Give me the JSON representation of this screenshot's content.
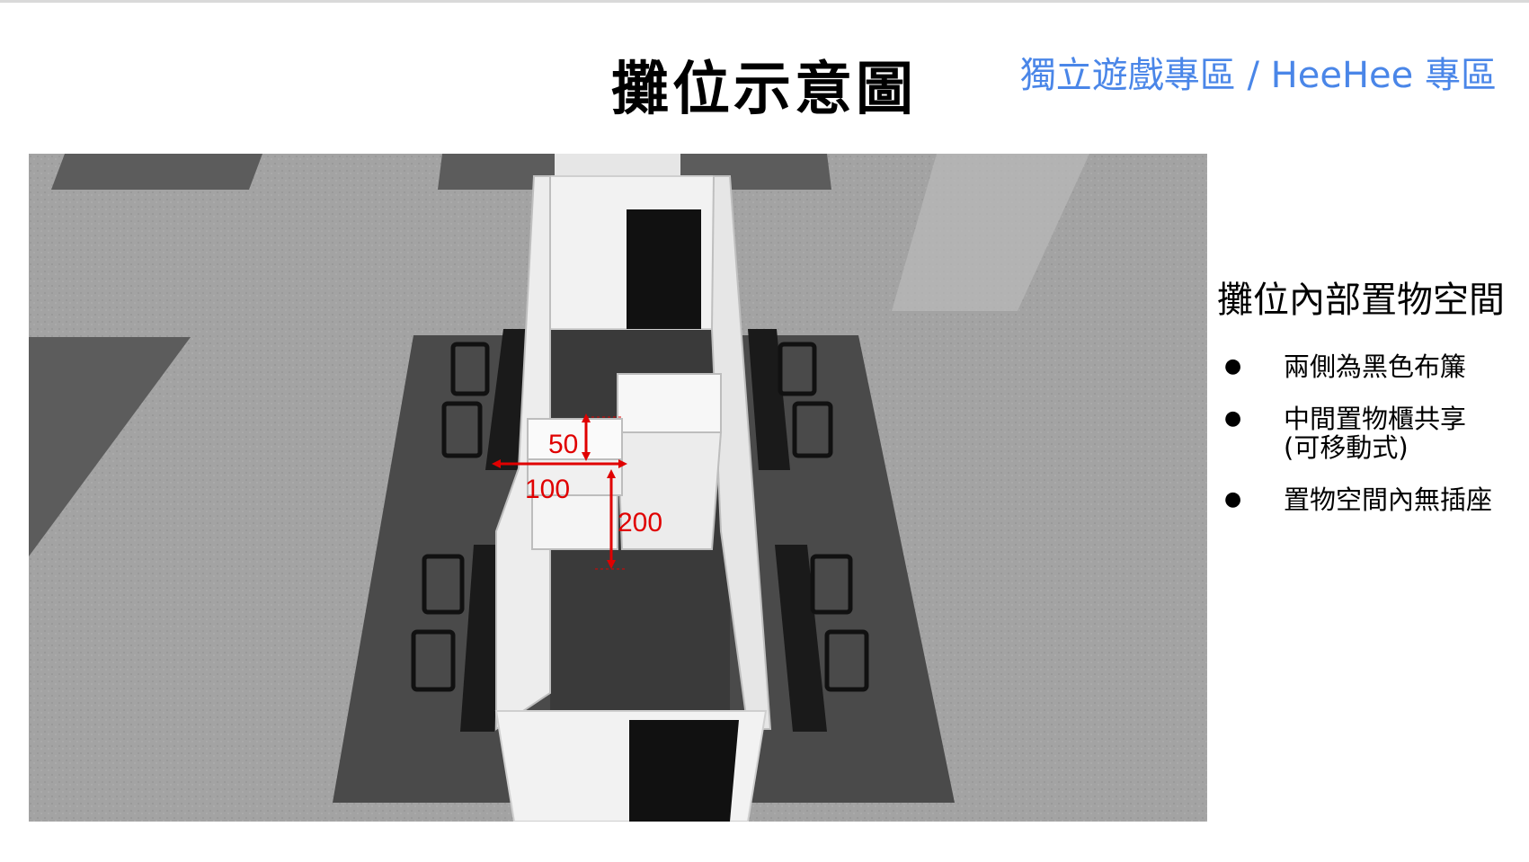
{
  "slide": {
    "title": "攤位示意圖",
    "section_tag": "獨立遊戲專區 / HeeHee 專區"
  },
  "render": {
    "dimensions": {
      "shelf_depth": "50",
      "shelf_width": "100",
      "shelf_height": "200"
    },
    "colors": {
      "floor": "#a3a3a3",
      "carpet": "#5c5c5c",
      "booth_carpet": "#4a4a4a",
      "wall_panel": "#f2f2f2",
      "curtain": "#111111",
      "dimension_marker": "#e00000"
    }
  },
  "side_panel": {
    "heading": "攤位內部置物空間",
    "bullet_glyph": "●",
    "items": [
      {
        "text": "兩側為黑色布簾"
      },
      {
        "text": "中間置物櫃共享\n(可移動式)"
      },
      {
        "text": "置物空間內無插座"
      }
    ]
  }
}
